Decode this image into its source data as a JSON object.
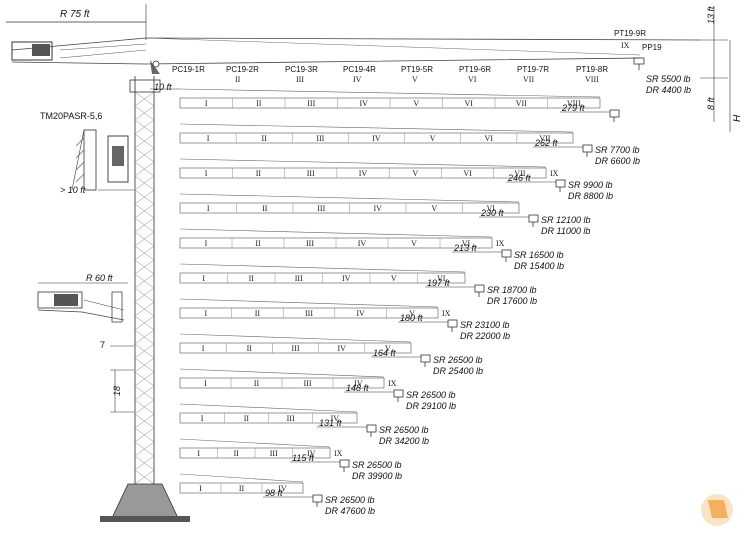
{
  "top": {
    "radius_label": "R 75 ft",
    "height_13": "13 ft",
    "height_8": "8 ft",
    "h_label": "H",
    "pt19_9r": "PT19-9R",
    "pp19": "PP19",
    "ix_top": "IX",
    "sr_top": "SR 5500 lb",
    "dr_top": "DR 4400 lb",
    "ten_ft": "10 ft"
  },
  "side": {
    "tm_label": "TM20PASR-5,6",
    "gt10": "> 10 ft",
    "r60": "R 60 ft",
    "seven": "7",
    "eighteen": "18"
  },
  "headers": [
    "PC19-1R",
    "PC19-2R",
    "PC19-3R",
    "PC19-4R",
    "PT19-5R",
    "PT19-6R",
    "PT19-7R",
    "PT19-8R"
  ],
  "header_numerals": [
    "II",
    "III",
    "IV",
    "V",
    "VI",
    "VII",
    "VIII"
  ],
  "rows": [
    {
      "length": "279 ft",
      "sr": "",
      "dr": "",
      "numerals": [
        "I",
        "II",
        "III",
        "IV",
        "V",
        "VI",
        "VII",
        "VIII"
      ],
      "tip": ""
    },
    {
      "length": "262 ft",
      "sr": "SR 7700 lb",
      "dr": "DR 6600 lb",
      "numerals": [
        "I",
        "II",
        "III",
        "IV",
        "V",
        "VI",
        "VII"
      ],
      "tip": ""
    },
    {
      "length": "246 ft",
      "sr": "SR 9900 lb",
      "dr": "DR 8800 lb",
      "numerals": [
        "I",
        "II",
        "III",
        "IV",
        "V",
        "VI",
        "VII"
      ],
      "tip": "IX"
    },
    {
      "length": "230 ft",
      "sr": "SR 12100 lb",
      "dr": "DR 11000 lb",
      "numerals": [
        "I",
        "II",
        "III",
        "IV",
        "V",
        "VI"
      ],
      "tip": ""
    },
    {
      "length": "213 ft",
      "sr": "SR 16500 lb",
      "dr": "DR 15400 lb",
      "numerals": [
        "I",
        "II",
        "III",
        "IV",
        "V",
        "VI"
      ],
      "tip": "IX"
    },
    {
      "length": "197 ft",
      "sr": "SR 18700 lb",
      "dr": "DR 17600 lb",
      "numerals": [
        "I",
        "II",
        "III",
        "IV",
        "V",
        "VI"
      ],
      "tip": ""
    },
    {
      "length": "180 ft",
      "sr": "SR 23100 lb",
      "dr": "DR 22000 lb",
      "numerals": [
        "I",
        "II",
        "III",
        "IV",
        "V"
      ],
      "tip": "IX"
    },
    {
      "length": "164 ft",
      "sr": "SR 26500 lb",
      "dr": "DR 25400 lb",
      "numerals": [
        "I",
        "II",
        "III",
        "IV",
        "V"
      ],
      "tip": ""
    },
    {
      "length": "148 ft",
      "sr": "SR 26500 lb",
      "dr": "DR 29100 lb",
      "numerals": [
        "I",
        "II",
        "III",
        "IV"
      ],
      "tip": "IX"
    },
    {
      "length": "131 ft",
      "sr": "SR 26500 lb",
      "dr": "DR 34200 lb",
      "numerals": [
        "I",
        "II",
        "III",
        "IV"
      ],
      "tip": ""
    },
    {
      "length": "115 ft",
      "sr": "SR 26500 lb",
      "dr": "DR 39900 lb",
      "numerals": [
        "I",
        "II",
        "III",
        "IV"
      ],
      "tip": "IX"
    },
    {
      "length": "98 ft",
      "sr": "SR 26500 lb",
      "dr": "DR 47600 lb",
      "numerals": [
        "I",
        "II",
        "IV"
      ],
      "tip": ""
    }
  ],
  "colors": {
    "accent_tip": "#1f3fbf",
    "logo_orange": "#f29a33"
  }
}
